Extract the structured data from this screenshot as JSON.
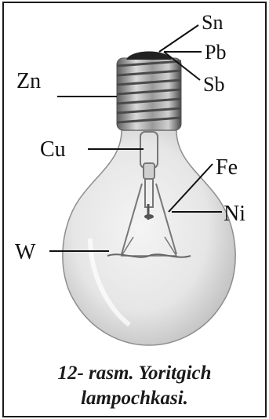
{
  "figure": {
    "labels": {
      "sn": "Sn",
      "pb": "Pb",
      "sb": "Sb",
      "zn": "Zn",
      "cu": "Cu",
      "fe": "Fe",
      "ni": "Ni",
      "w": "W"
    },
    "caption_line1": "12- rasm. Yoritgich",
    "caption_line2": "lampochkasi."
  }
}
